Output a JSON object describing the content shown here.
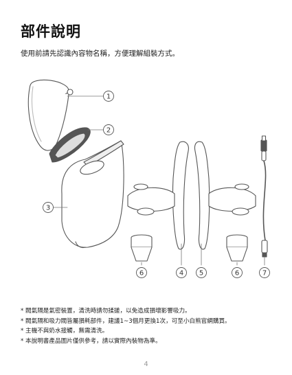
{
  "header": {
    "title": "部件說明",
    "subtitle": "使用前請先認識內容物名稱，方便理解組裝方式。"
  },
  "diagram": {
    "callouts": [
      {
        "label": "1"
      },
      {
        "label": "2"
      },
      {
        "label": "3"
      },
      {
        "label": "4"
      },
      {
        "label": "5"
      },
      {
        "label": "6"
      },
      {
        "label": "6"
      },
      {
        "label": "7"
      }
    ]
  },
  "notes": [
    "* 閥氣隔是氣密裝置，清洗時請勿揉搓，以免造成損壞影響吸力。",
    "* 閥氣隔和吸力閥皆屬損耗部件，建議1~3個月更換1次，可至小白熊官網購買。",
    "* 主機不與奶水接觸，無需清洗。",
    "* 本說明書產品圖片僅供參考，請以實際內裝物為準。"
  ],
  "footer": {
    "page_number": "4"
  }
}
